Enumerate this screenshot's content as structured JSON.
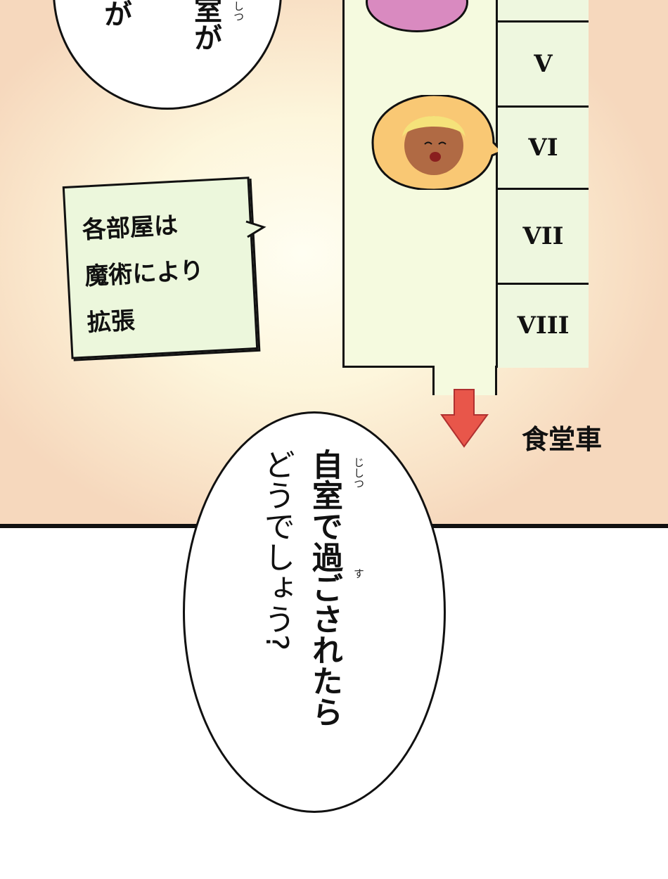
{
  "top_bubble": {
    "col1_tail": "が",
    "col2": "室が",
    "ruby": "しつ"
  },
  "rooms": [
    "V",
    "VI",
    "VII",
    "VIII"
  ],
  "note": {
    "lines": [
      "各部屋は",
      "魔術により",
      "拡張"
    ]
  },
  "dining_label": "食堂車",
  "speech": {
    "line1": "自室で過ごされたら",
    "line2": "どうでしょう?",
    "ruby_jishitsu": "じしつ",
    "ruby_su": "す"
  },
  "colors": {
    "arrow": "#e8564a",
    "corridor": "#f5fadf",
    "note": "#ecf7dc"
  }
}
